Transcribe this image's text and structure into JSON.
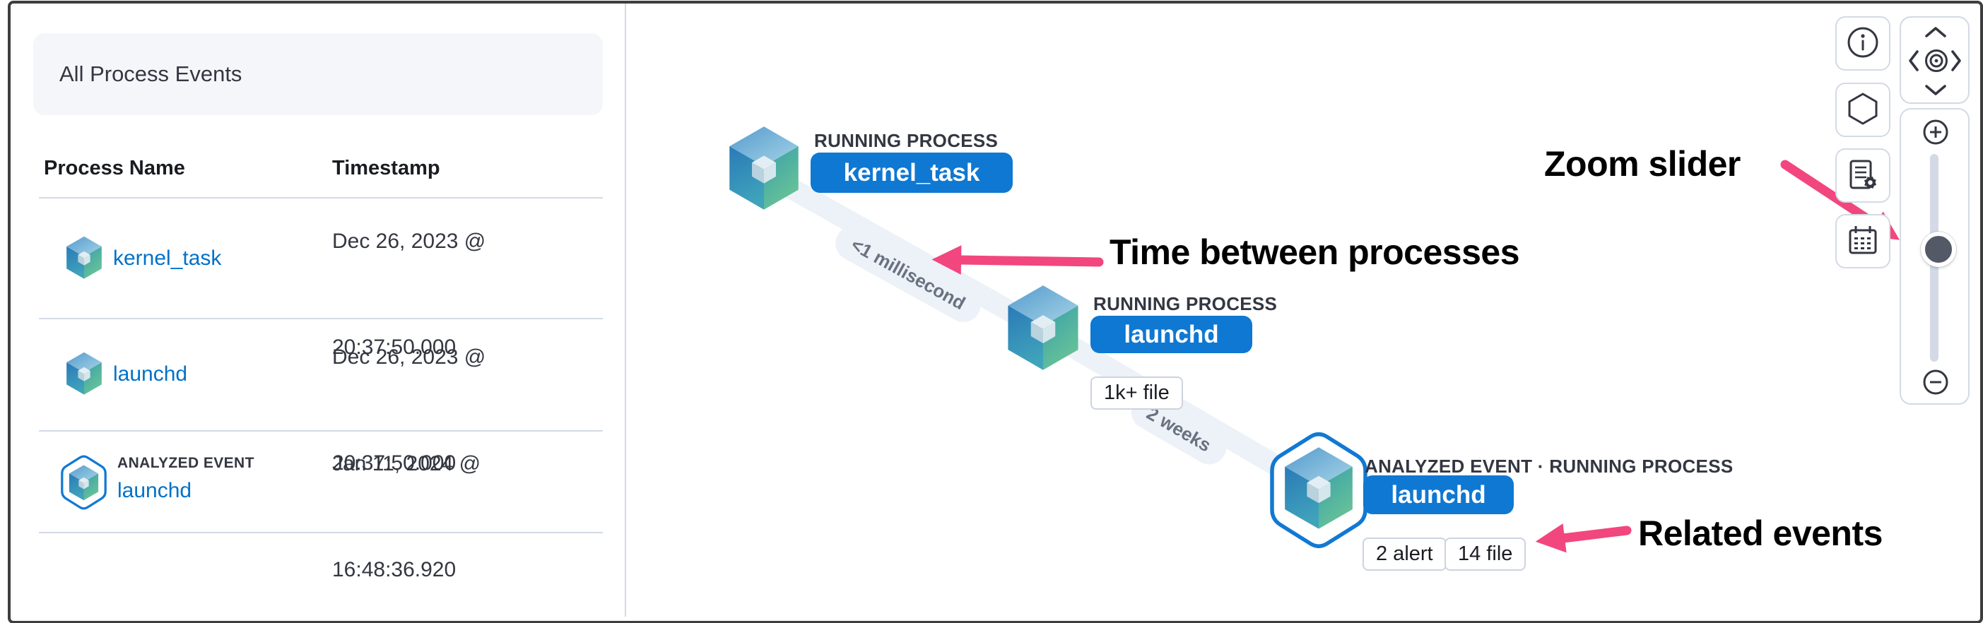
{
  "left_panel": {
    "title": "All Process Events",
    "columns": {
      "name": "Process Name",
      "timestamp": "Timestamp"
    },
    "rows": [
      {
        "name": "kernel_task",
        "date": "Dec 26, 2023 @",
        "time": "20:37:50.000"
      },
      {
        "name": "launchd",
        "date": "Dec 26, 2023 @",
        "time": "20:37:50.000"
      },
      {
        "name": "launchd",
        "tag": "ANALYZED EVENT",
        "date": "Jan 11, 2024 @",
        "time": "16:48:36.920"
      }
    ]
  },
  "graph": {
    "node1": {
      "type": "RUNNING PROCESS",
      "name": "kernel_task"
    },
    "node2": {
      "type": "RUNNING PROCESS",
      "name": "launchd",
      "badge1": "1k+ file"
    },
    "node3": {
      "type": "ANALYZED EVENT · RUNNING PROCESS",
      "name": "launchd",
      "badge1": "2 alert",
      "badge2": "14 file"
    },
    "edge1": "<1 millisecond",
    "edge2": "2 weeks"
  },
  "annotations": {
    "time_between": "Time between processes",
    "zoom_slider": "Zoom slider",
    "related_events": "Related events"
  },
  "controls": {
    "icons": [
      "info-icon",
      "hexagon-icon",
      "schema-settings-icon",
      "calendar-icon",
      "pan-up-icon",
      "pan-left-icon",
      "center-camera-icon",
      "pan-right-icon",
      "pan-down-icon",
      "zoom-in-icon",
      "zoom-out-icon",
      "zoom-slider"
    ]
  },
  "colors": {
    "accent_pink": "#f2467f",
    "primary_blue": "#0f78d2",
    "link_blue": "#0071c9",
    "edge_gray": "#edf1f8",
    "border_gray": "#d3dae6"
  }
}
